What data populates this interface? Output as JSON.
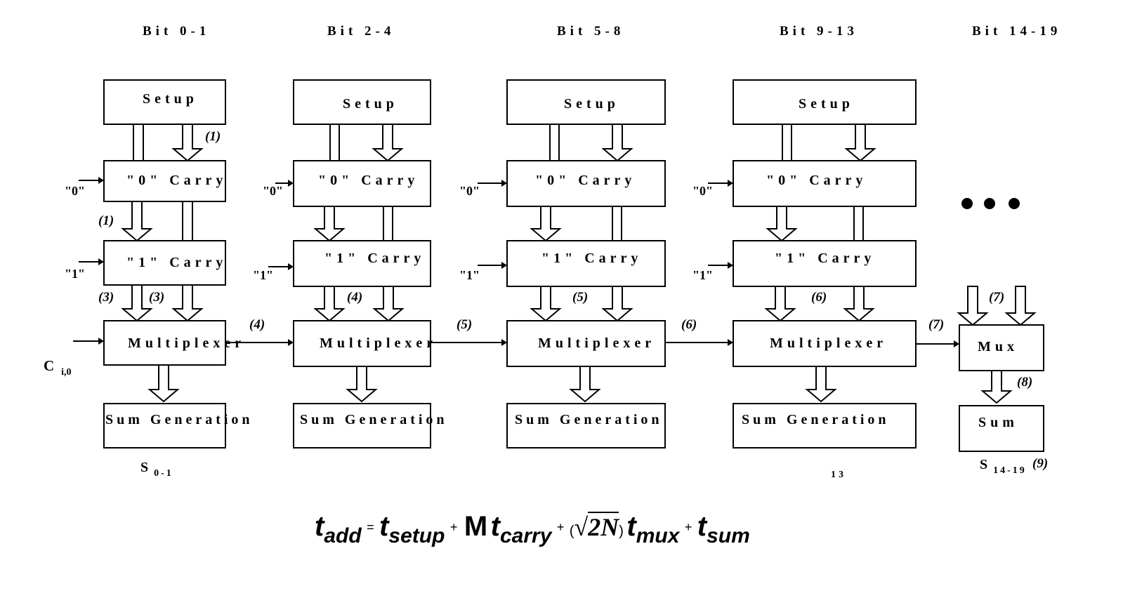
{
  "headers": [
    "Bit 0-1",
    "Bit 2-4",
    "Bit 5-8",
    "Bit 9-13",
    "Bit 14-19"
  ],
  "block_labels": {
    "setup": "Setup",
    "carry0": "\"0\" Carry",
    "carry1": "\"1\" Carry",
    "mux": "Multiplexer",
    "sum": "Sum Generation"
  },
  "last_stage": {
    "mux": "Mux",
    "sum": "Sum"
  },
  "inputs": {
    "zero": "\"0\"",
    "one": "\"1\""
  },
  "carry_in": {
    "main": "C",
    "sub": "i,0"
  },
  "outputs": {
    "first": {
      "main": "S",
      "sub": "0-1"
    },
    "last": {
      "main": "S",
      "sub": "14-19",
      "delay": "(9)"
    }
  },
  "delay_labels": [
    "(1)",
    "(1)",
    "(3)",
    "(3)",
    "(4)",
    "(4)",
    "(5)",
    "(5)",
    "(6)",
    "(6)",
    "(7)",
    "(7)",
    "(8)"
  ],
  "ellipsis_dots": 3,
  "page_number": "13",
  "formula": {
    "lhs": "t",
    "lhs_sub": "add",
    "eq": "=",
    "t1": "t",
    "t1_sub": "setup",
    "plus1": "+",
    "M": "M",
    "t2": "t",
    "t2_sub": "carry",
    "plus2": "+",
    "paren_open": "(",
    "radical": "√",
    "radicand": "2N",
    "paren_close": ")",
    "t3": "t",
    "t3_sub": "mux",
    "plus3": "+",
    "t4": "t",
    "t4_sub": "sum"
  }
}
